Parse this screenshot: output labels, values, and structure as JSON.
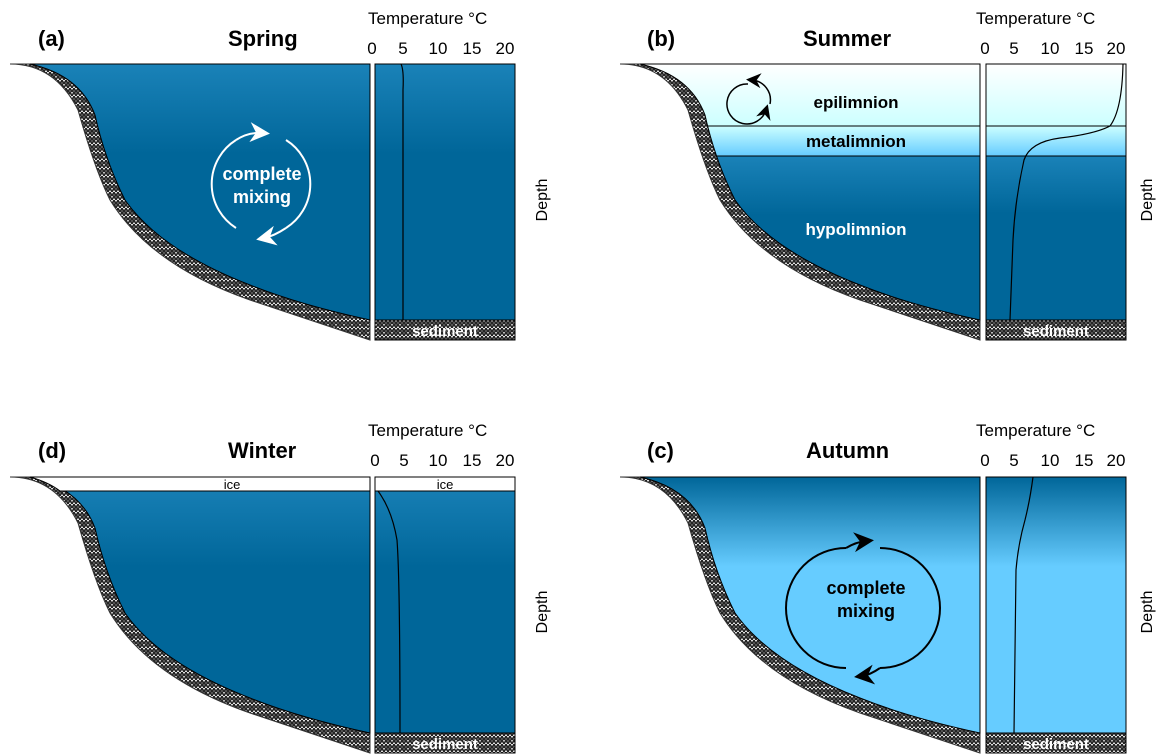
{
  "temperature_axis": {
    "title": "Temperature °C",
    "ticks": [
      "0",
      "5",
      "10",
      "15",
      "20"
    ],
    "depth_label": "Depth"
  },
  "sediment_label": "sediment",
  "ice_label": "ice",
  "colors": {
    "deep_water": "#006699",
    "light_water": "#66ccff",
    "epilimnion": "#ccffff",
    "metalimnion": "#99ffff",
    "sediment": "#333333"
  },
  "panels": {
    "spring": {
      "id": "(a)",
      "season": "Spring",
      "mixing_text_line1": "complete",
      "mixing_text_line2": "mixing",
      "profile_c": [
        4.0,
        4.0,
        4.0,
        4.0
      ]
    },
    "summer": {
      "id": "(b)",
      "season": "Summer",
      "layers": {
        "epilimnion": "epilimnion",
        "metalimnion": "metalimnion",
        "hypolimnion": "hypolimnion"
      }
    },
    "winter": {
      "id": "(d)",
      "season": "Winter"
    },
    "autumn": {
      "id": "(c)",
      "season": "Autumn",
      "mixing_text_line1": "complete",
      "mixing_text_line2": "mixing"
    }
  }
}
